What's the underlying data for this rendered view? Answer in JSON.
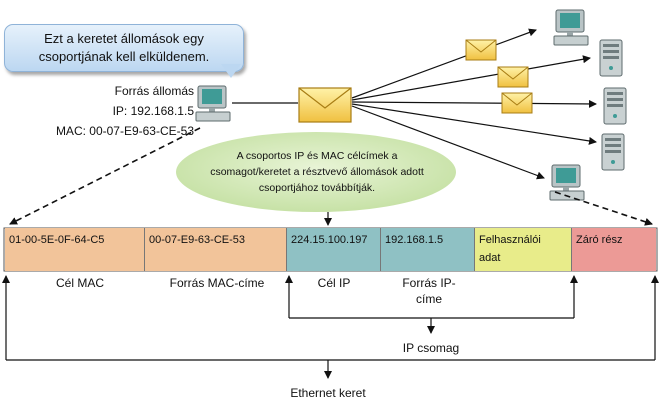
{
  "callout": {
    "line1": "Ezt a keretet állomások egy",
    "line2": "csoportjának kell elküldenem."
  },
  "source_host": {
    "title": "Forrás állomás",
    "ip": "IP: 192.168.1.5",
    "mac": "MAC: 00-07-E9-63-CE-53"
  },
  "note": {
    "line1": "A csoportos IP és MAC célcímek a",
    "line2": "csomagot/keretet a résztvevő állomások adott",
    "line3": "csoportjához továbbítják."
  },
  "frame": {
    "cells": [
      {
        "text_1": "01-00-5E-0F-64-C5",
        "text_2": "",
        "color": "#f2c49a"
      },
      {
        "text_1": "00-07-E9-63-CE-53",
        "text_2": "",
        "color": "#f2c49a"
      },
      {
        "text_1": "224.15.100.197",
        "text_2": "",
        "color": "#8fc1c4"
      },
      {
        "text_1": "192.168.1.5",
        "text_2": "",
        "color": "#8fc1c4"
      },
      {
        "text_1": "Felhasználói",
        "text_2": "adat",
        "color": "#e8ec8a"
      },
      {
        "text_1": "Záró rész",
        "text_2": "",
        "color": "#ec9a96"
      }
    ]
  },
  "labels": {
    "dest_mac": "Cél MAC",
    "src_mac": "Forrás MAC-címe",
    "dest_ip": "Cél IP",
    "src_ip_1": "Forrás IP-",
    "src_ip_2": "címe",
    "ip_packet": "IP csomag",
    "ethernet_frame": "Ethernet keret"
  },
  "colors": {
    "mac_fields": "#f2c49a",
    "ip_fields": "#8fc1c4",
    "data_field": "#e8ec8a",
    "trailer_field": "#ec9a96",
    "note_ellipse": "#d5e9b9",
    "envelope": "#f5d25c"
  },
  "icons": [
    "desktop-computer-icon",
    "server-tower-icon",
    "envelope-icon"
  ]
}
